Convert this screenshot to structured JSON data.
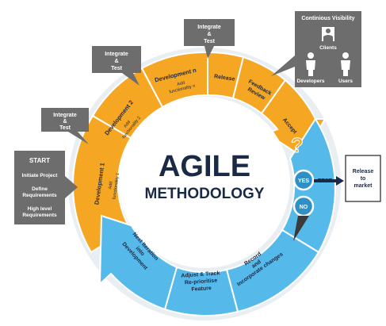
{
  "title": {
    "line1": "AGILE",
    "line2": "METHODOLOGY"
  },
  "start_box": {
    "heading": "START",
    "items": [
      [
        "Initiate Project"
      ],
      [
        "Define",
        "Requirements"
      ],
      [
        "High level",
        "Requirements"
      ]
    ]
  },
  "callouts": {
    "integrate_1": [
      "Integrate",
      "&",
      "Test"
    ],
    "integrate_2": [
      "Integrate",
      "&",
      "Test"
    ],
    "integrate_3": [
      "Integrate",
      "&",
      "Test"
    ]
  },
  "visibility_box": {
    "title": "Continious Visibility",
    "clients": "Clients",
    "developers": "Developers",
    "users": "Users"
  },
  "segments": {
    "dev1": {
      "title": "Development 1",
      "sub": [
        "Add",
        "functionality 1"
      ]
    },
    "dev2": {
      "title": "Development 2",
      "sub": [
        "Add",
        "functionality 2"
      ]
    },
    "devn": {
      "title": "Development n",
      "sub": [
        "Add",
        "functionality n"
      ]
    },
    "release": "Release",
    "feedback": [
      "Feedback",
      "Review"
    ],
    "accept": "Accept",
    "record": [
      "Record",
      "and",
      "Incorporate changes"
    ],
    "adjust": [
      "Adjust & Track",
      "Re-prioritise",
      "Feature"
    ],
    "next": [
      "Next Iteration",
      "into",
      "Development"
    ]
  },
  "decision": {
    "question": "?",
    "yes": "YES",
    "no": "NO",
    "test": "TEST"
  },
  "release_box": [
    "Release",
    "to",
    "market"
  ],
  "colors": {
    "orange": "#f5a623",
    "blue": "#55b9ea",
    "blue_dark": "#2f8fc7",
    "gray": "#6d6d6d",
    "dark_text": "#1a2a44",
    "ring_bg": "#e9eef2"
  }
}
